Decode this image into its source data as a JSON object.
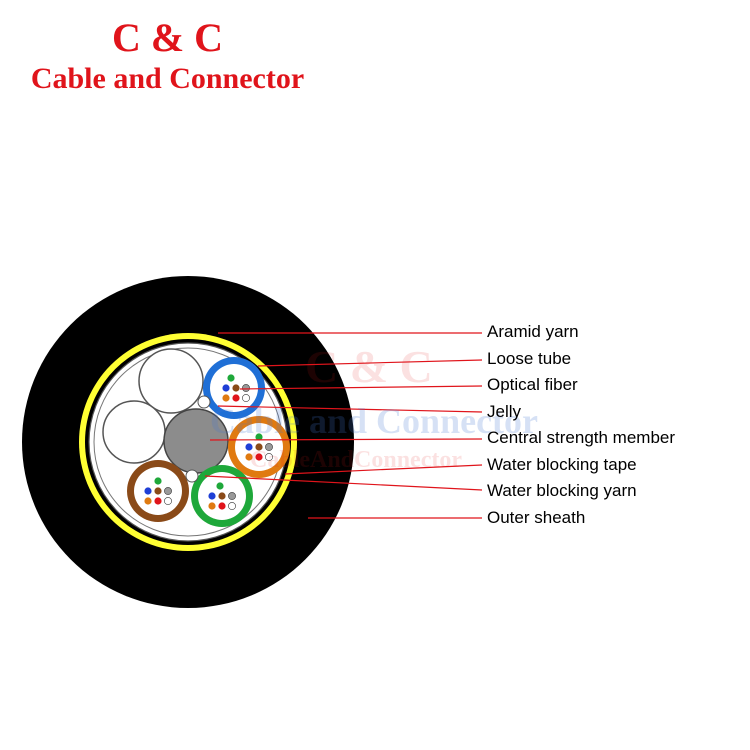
{
  "brand": {
    "name": "C & C",
    "subtitle": "Cable and Connector",
    "color": "#e0141b"
  },
  "watermark": {
    "name": "C & C",
    "subtitle": "Cable and Connector",
    "url": "CableAndConnector"
  },
  "labels": [
    "Aramid yarn",
    "Loose tube",
    "Optical fiber",
    "Jelly",
    "Central strength member",
    "Water blocking tape",
    "Water blocking yarn",
    "Outer sheath"
  ],
  "colors": {
    "outer_sheath": "#000000",
    "aramid_yarn": "#ffff33",
    "leader_line": "#e0141b",
    "tube_blue": "#1f6fd6",
    "tube_orange": "#e07a10",
    "tube_brown": "#8a4a18",
    "tube_green": "#1ea83a",
    "central_member": "#8c8c8c"
  }
}
